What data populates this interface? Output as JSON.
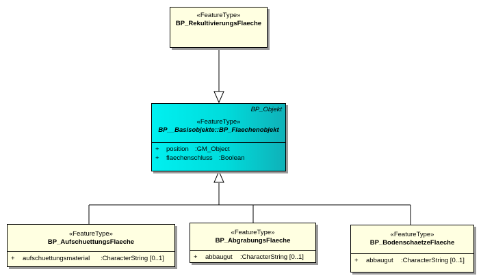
{
  "classes": {
    "rekultivierung": {
      "stereotype": "«FeatureType»",
      "name": "BP_RekultivierungsFlaeche"
    },
    "flaechenobjekt": {
      "package_label": "BP_Objekt",
      "stereotype": "«FeatureType»",
      "name": "BP__Basisobjekte::BP_Flaechenobjekt",
      "attributes": [
        {
          "visibility": "+",
          "name": "position",
          "type": ":GM_Object"
        },
        {
          "visibility": "+",
          "name": "flaechenschluss",
          "type": ":Boolean"
        }
      ]
    },
    "aufschuettung": {
      "stereotype": "«FeatureType»",
      "name": "BP_AufschuettungsFlaeche",
      "attributes": [
        {
          "visibility": "+",
          "name": "aufschuettungsmaterial",
          "type": ":CharacterString [0..1]"
        }
      ]
    },
    "abgrabung": {
      "stereotype": "«FeatureType»",
      "name": "BP_AbgrabungsFlaeche",
      "attributes": [
        {
          "visibility": "+",
          "name": "abbaugut",
          "type": ":CharacterString [0..1]"
        }
      ]
    },
    "bodenschaetze": {
      "stereotype": "«FeatureType»",
      "name": "BP_BodenschaetzeFlaeche",
      "attributes": [
        {
          "visibility": "+",
          "name": "abbaugut",
          "type": ":CharacterString [0..1]"
        }
      ]
    }
  },
  "colors": {
    "class_fill": "#ffffe1",
    "highlight_fill": "#00dcdc",
    "line": "#000000"
  }
}
